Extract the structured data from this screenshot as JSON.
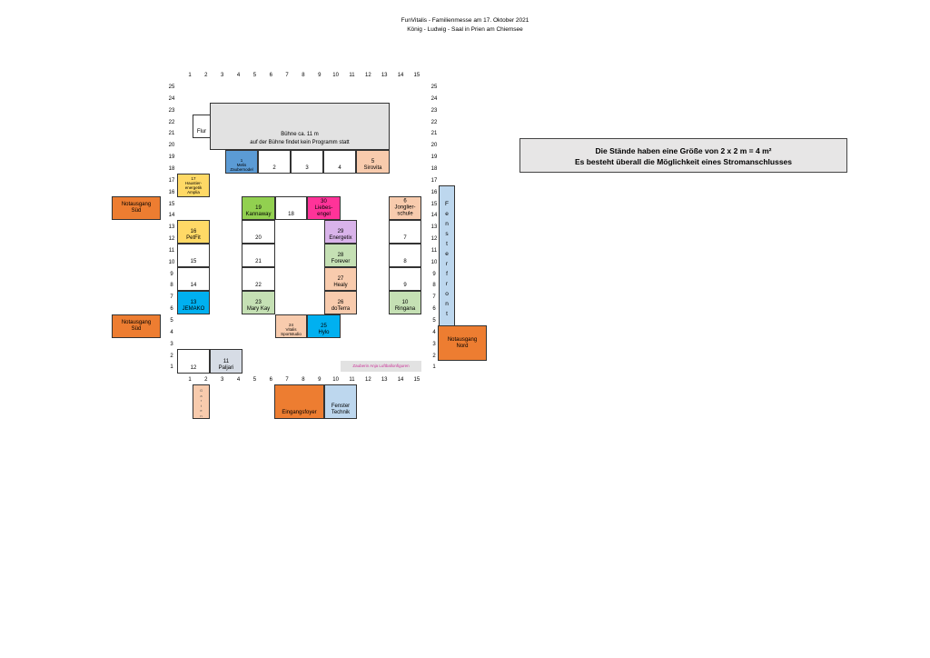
{
  "header": {
    "line1": "FunVitalis - Familienmesse am  17. Oktober 2021",
    "line2": "König - Ludwig - Saal in Prien am Chiemsee"
  },
  "note": {
    "line1": "Die Stände haben eine Größe von 2 x 2 m = 4 m²",
    "line2": "Es besteht überall die Möglichkeit eines Stromanschlusses"
  },
  "columns": [
    "1",
    "2",
    "3",
    "4",
    "5",
    "6",
    "7",
    "8",
    "9",
    "10",
    "11",
    "12",
    "13",
    "14",
    "15"
  ],
  "rows": [
    "25",
    "24",
    "23",
    "22",
    "21",
    "20",
    "19",
    "18",
    "17",
    "16",
    "15",
    "14",
    "13",
    "12",
    "11",
    "10",
    "9",
    "8",
    "7",
    "6",
    "5",
    "4",
    "3",
    "2",
    "1"
  ],
  "stage": {
    "line1": "Bühne ca. 11 m",
    "line2": "auf der Bühne findet kein Programm statt"
  },
  "flur": "Flur",
  "stands": {
    "s1": "1\nMelis Zaubernodel",
    "s2": "2",
    "s3": "3",
    "s4": "4",
    "s5": "5\nSirovita",
    "s6": "6\nJonglier-\nschule",
    "s7": "7",
    "s8": "8",
    "s9": "9",
    "s10": "10\nRingana",
    "s11": "11\nPaljari",
    "s12": "12",
    "s13": "13\nJEMAKO",
    "s14": "14",
    "s15": "15",
    "s16": "16\nPetFit",
    "s17": "17\nHaustier-\nenergetik\nAmplia",
    "s18": "18",
    "s19": "19\nKannaway",
    "s20": "20",
    "s21": "21",
    "s22": "22",
    "s23": "23\nMary Kay",
    "s24": "24\nVitalis\nSportstudio",
    "s25": "25\nHylo",
    "s26": "26\ndoTerra",
    "s27": "27\nHealy",
    "s28": "28\nForever",
    "s29": "29\nEnergetix",
    "s30": "30\nLiebes-\nengel"
  },
  "exits": {
    "sued_top": "Notausgang\nSüd",
    "sued_bottom": "Notausgang\nSüd",
    "nord": "Notausgang\nNord"
  },
  "fensterfront": "Fensterfront",
  "eingangsfoyer": "Eingangsfoyer",
  "fenster_technik": "Fenster\nTechnik",
  "small_vertical": "Garten",
  "zauberin": "Zauberin Anja Luftballonfiguren",
  "colors": {
    "orange": "#ed7d31",
    "peach": "#f8cbad",
    "green": "#92d050",
    "light_green": "#c5e0b4",
    "pink": "#ff3399",
    "lilac": "#d9b3ea",
    "yellow": "#ffd966",
    "cyan": "#00b0f0",
    "blue": "#5b9bd5",
    "gray": "#e2e2e2",
    "light_blue": "#bdd7ee"
  }
}
